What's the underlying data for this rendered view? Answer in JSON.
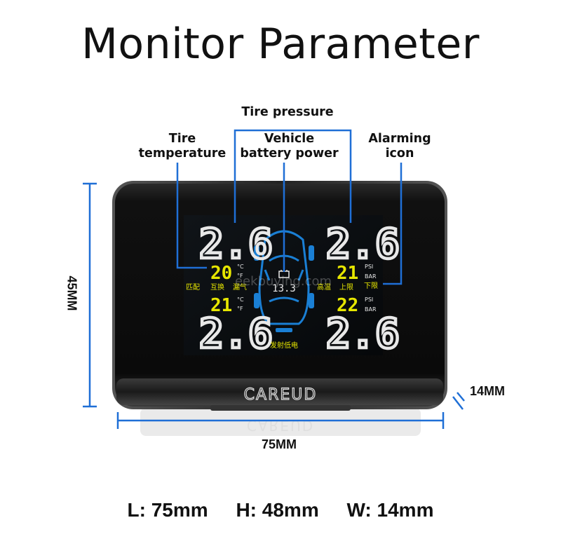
{
  "title": "Monitor Parameter",
  "callouts": {
    "tire_pressure": "Tire pressure",
    "tire_temperature_line1": "Tire",
    "tire_temperature_line2": "temperature",
    "battery_line1": "Vehicle",
    "battery_line2": "battery power",
    "alarm_line1": "Alarming",
    "alarm_line2": "icon"
  },
  "display": {
    "pressure_fl": "2.6",
    "pressure_fr": "2.6",
    "pressure_rl": "2.6",
    "pressure_rr": "2.6",
    "temp_front": "20",
    "temp_rear": "21",
    "unit_c": "°C",
    "unit_f": "°F",
    "psi_front": "21",
    "psi_rear": "22",
    "unit_psi": "PSI",
    "unit_bar": "BAR",
    "battery_voltage": "13.3",
    "left_labels": [
      "匹配",
      "互换",
      "漏气"
    ],
    "right_labels": [
      "高温",
      "上限",
      "下限"
    ],
    "bottom_label": "发射低电",
    "watermark": "eekbuying.com",
    "brand": "CAREUD",
    "brand_reflection": "CAREUD"
  },
  "dimensions": {
    "height": "45MM",
    "width": "75MM",
    "depth": "14MM"
  },
  "specs": {
    "length": "L: 75mm",
    "height": "H: 48mm",
    "width": "W: 14mm"
  },
  "colors": {
    "callout_line": "#1f6fd6",
    "digit": "#e8e8e8",
    "lcd_yellow": "#e6e600",
    "lcd_blue": "#1a7fd4",
    "body": "#0c0c0c"
  }
}
